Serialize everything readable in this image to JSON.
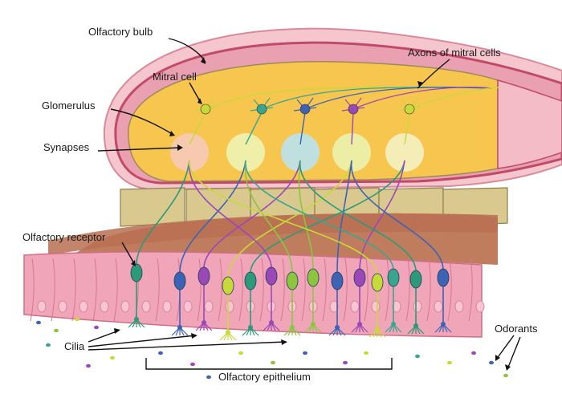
{
  "labels": {
    "olfactory_bulb": "Olfactory bulb",
    "axons_of_mitral_cells": "Axons of mitral cells",
    "mitral_cell": "Mitral cell",
    "glomerulus": "Glomerulus",
    "synapses": "Synapses",
    "olfactory_receptor": "Olfactory receptor",
    "cilia": "Cilia",
    "olfactory_epithelium": "Olfactory epithelium",
    "odorants": "Odorants"
  },
  "colors": {
    "bulb_fill": "#f7c64e",
    "bulb_outline": "#b4465a",
    "bone": "#d9c98f",
    "lamina": "#b9785a",
    "epithelium": "#f0a5b9",
    "glomerulus_tints": [
      "#f6c9b9",
      "#eef3b4",
      "#b9e2ef",
      "#eaf2b0",
      "#f3f1c4"
    ],
    "neuron_colors": [
      "#2c9a78",
      "#3d63b5",
      "#9a48b8",
      "#8cc63f",
      "#c8d93a",
      "#3aa58f"
    ]
  }
}
